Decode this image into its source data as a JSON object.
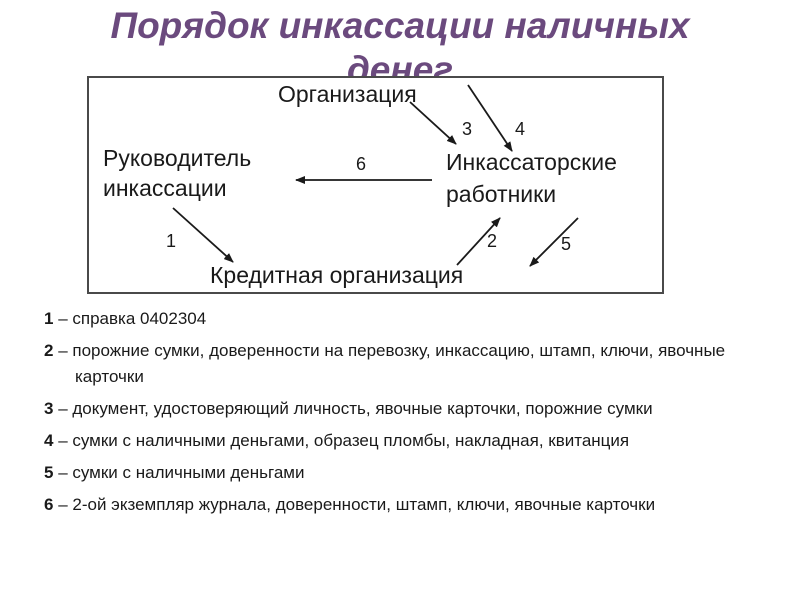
{
  "title": {
    "line1": "Порядок инкассации наличных",
    "line2": "денег"
  },
  "diagram": {
    "nodes": {
      "organization": "Организация",
      "head_line1": "Руководитель",
      "head_line2": "инкассации",
      "collectors_line1": "Инкассаторские",
      "collectors_line2": "работники",
      "credit_org": "Кредитная организация"
    },
    "edge_labels": {
      "e1": "1",
      "e2": "2",
      "e3": "3",
      "e4": "4",
      "e5": "5",
      "e6": "6"
    }
  },
  "legend": [
    {
      "num": "1",
      "sep": " – ",
      "text": "справка 0402304"
    },
    {
      "num": "2",
      "sep": " – ",
      "text": "порожние сумки, доверенности на перевозку, инкассацию, штамп, ключи, явочные карточки"
    },
    {
      "num": "3",
      "sep": " – ",
      "text": "документ, удостоверяющий личность, явочные карточки, порожние сумки"
    },
    {
      "num": "4",
      "sep": " – ",
      "text": "сумки с наличными деньгами, образец пломбы, накладная, квитанция"
    },
    {
      "num": "5",
      "sep": " – ",
      "text": "сумки с наличными деньгами"
    },
    {
      "num": "6",
      "sep": " – ",
      "text": "2-ой экземпляр журнала, доверенности, штамп, ключи, явочные карточки"
    }
  ]
}
